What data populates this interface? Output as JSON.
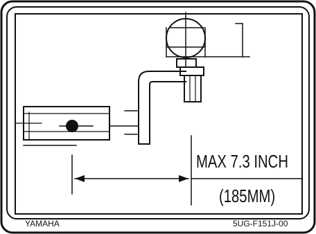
{
  "dimension": {
    "max_label": "MAX 7.3 INCH",
    "metric_label": "(185MM)"
  },
  "footer": {
    "maker": "YAMAHA",
    "part_code": "5UG-F151J-00"
  },
  "colors": {
    "ink": "#111111",
    "background": "#ffffff"
  }
}
